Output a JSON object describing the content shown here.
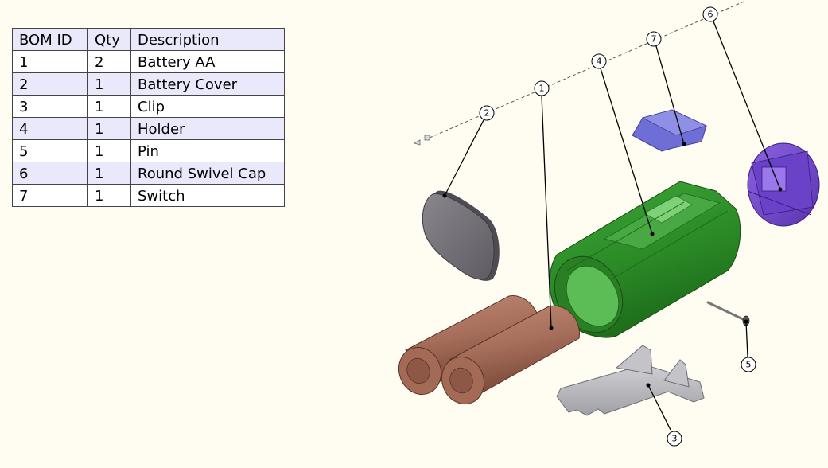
{
  "bom": {
    "headers": [
      "BOM ID",
      "Qty",
      "Description"
    ],
    "rows": [
      {
        "id": "1",
        "qty": "2",
        "description": "Battery AA"
      },
      {
        "id": "2",
        "qty": "1",
        "description": "Battery Cover"
      },
      {
        "id": "3",
        "qty": "1",
        "description": "Clip"
      },
      {
        "id": "4",
        "qty": "1",
        "description": "Holder"
      },
      {
        "id": "5",
        "qty": "1",
        "description": "Pin"
      },
      {
        "id": "6",
        "qty": "1",
        "description": "Round Swivel Cap"
      },
      {
        "id": "7",
        "qty": "1",
        "description": "Switch"
      }
    ]
  },
  "balloons": {
    "b1": "1",
    "b2": "2",
    "b3": "3",
    "b4": "4",
    "b5": "5",
    "b6": "6",
    "b7": "7"
  },
  "colors": {
    "background": "#fffcf2",
    "table_header": "#e9e9fb",
    "battery": "#a8705c",
    "holder": "#2f8f2a",
    "cover": "#77737a",
    "switch": "#6e6ed6",
    "cap": "#7a4fd0",
    "clip": "#b9b9bd"
  }
}
